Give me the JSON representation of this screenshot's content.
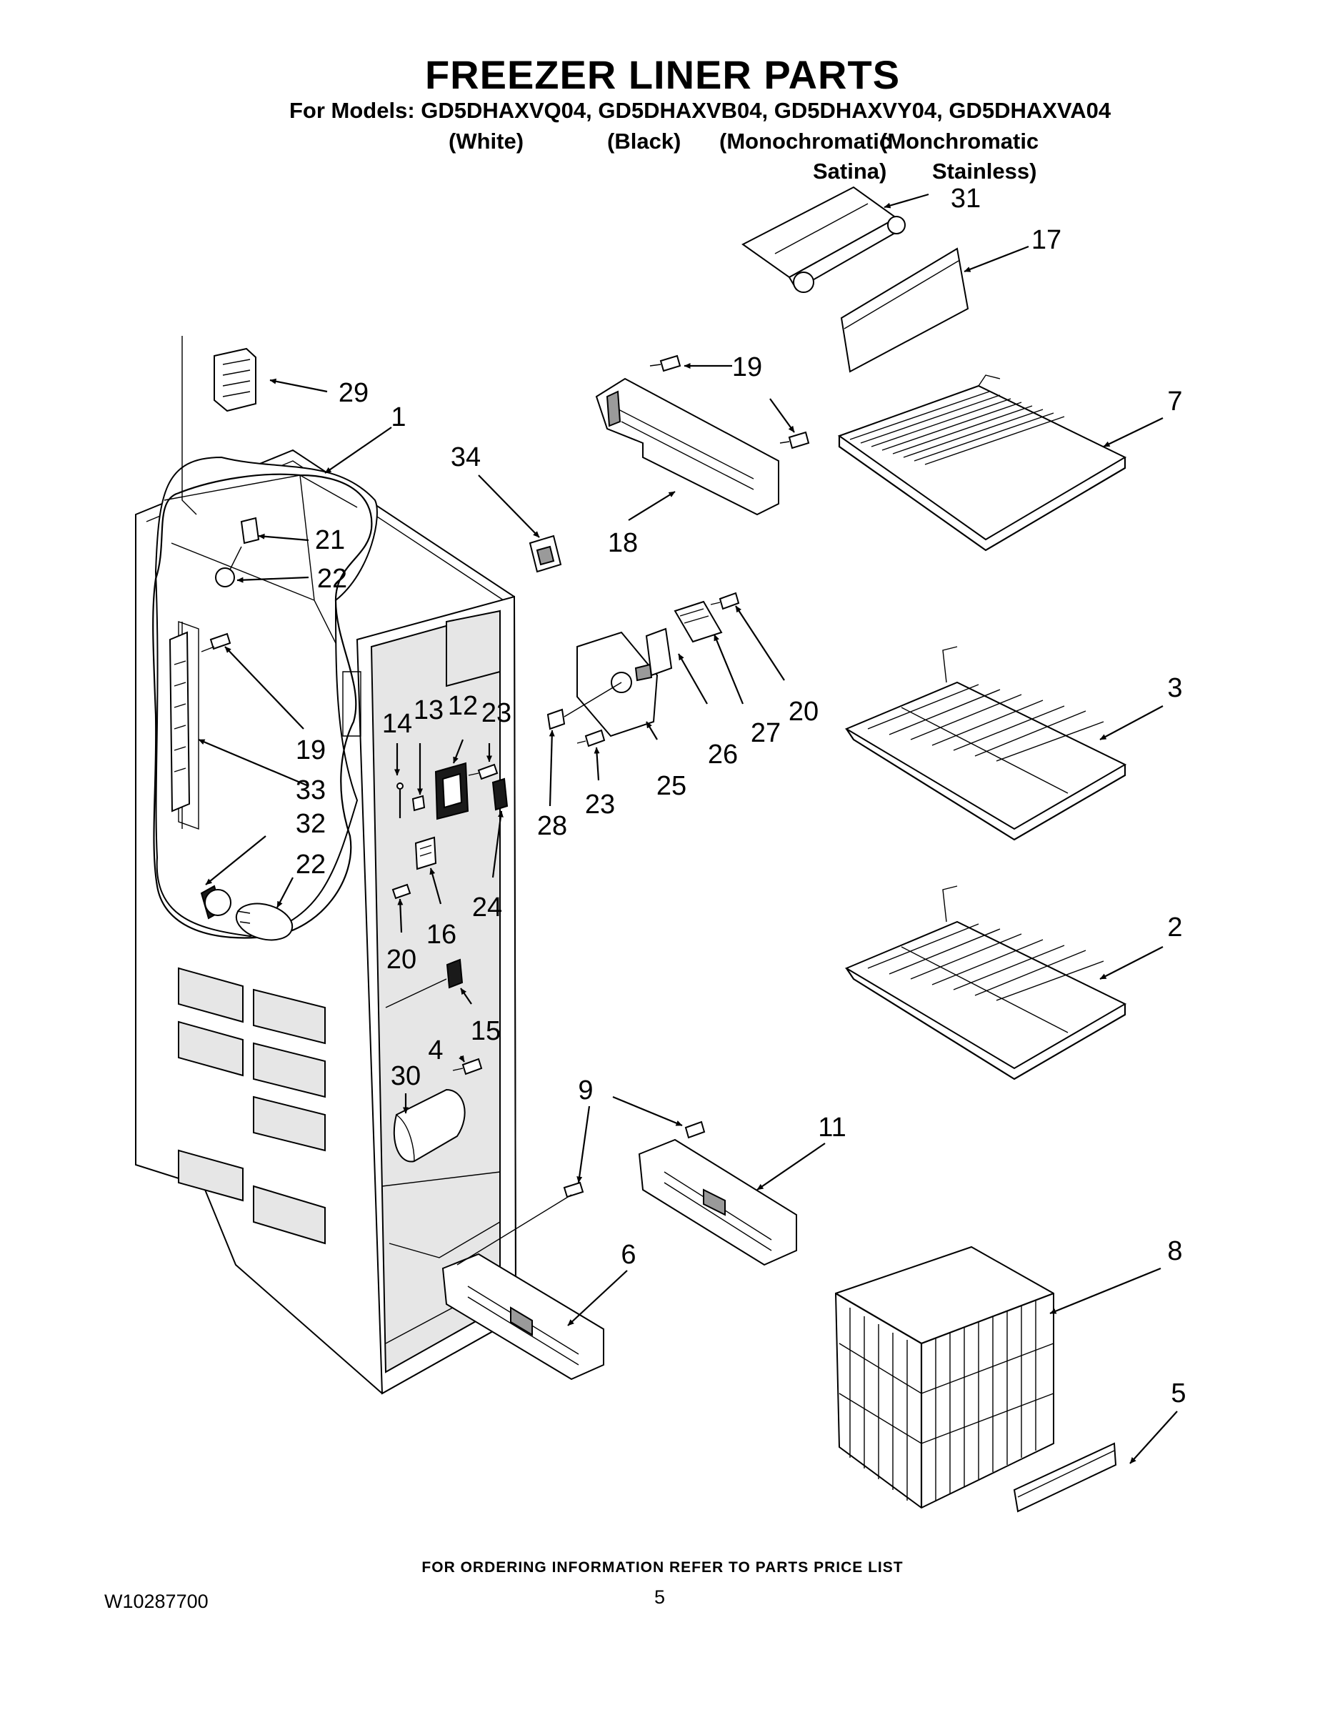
{
  "header": {
    "title": "FREEZER LINER PARTS",
    "models_line": "For Models: GD5DHAXVQ04, GD5DHAXVB04, GD5DHAXVY04, GD5DHAXVA04",
    "color_white": "(White)",
    "color_black": "(Black)",
    "color_mono_satina_1": "(Monochromatic",
    "color_mono_satina_2": "Satina)",
    "color_mono_stainless_1": "(Monchromatic",
    "color_mono_stainless_2": "Stainless)"
  },
  "callouts": {
    "c1": "1",
    "c2": "2",
    "c3": "3",
    "c4": "4",
    "c5": "5",
    "c6": "6",
    "c7": "7",
    "c8": "8",
    "c9": "9",
    "c11": "11",
    "c12": "12",
    "c13": "13",
    "c14": "14",
    "c15": "15",
    "c16": "16",
    "c17": "17",
    "c18": "18",
    "c19a": "19",
    "c19b": "19",
    "c20a": "20",
    "c20b": "20",
    "c21": "21",
    "c22a": "22",
    "c22b": "22",
    "c23a": "23",
    "c23b": "23",
    "c24": "24",
    "c25": "25",
    "c26": "26",
    "c27": "27",
    "c28": "28",
    "c29": "29",
    "c30": "30",
    "c31": "31",
    "c32": "32",
    "c33": "33",
    "c34": "34"
  },
  "footer": {
    "ordering_note": "FOR ORDERING INFORMATION REFER TO PARTS PRICE LIST",
    "doc_number": "W10287700",
    "page_number": "5"
  }
}
